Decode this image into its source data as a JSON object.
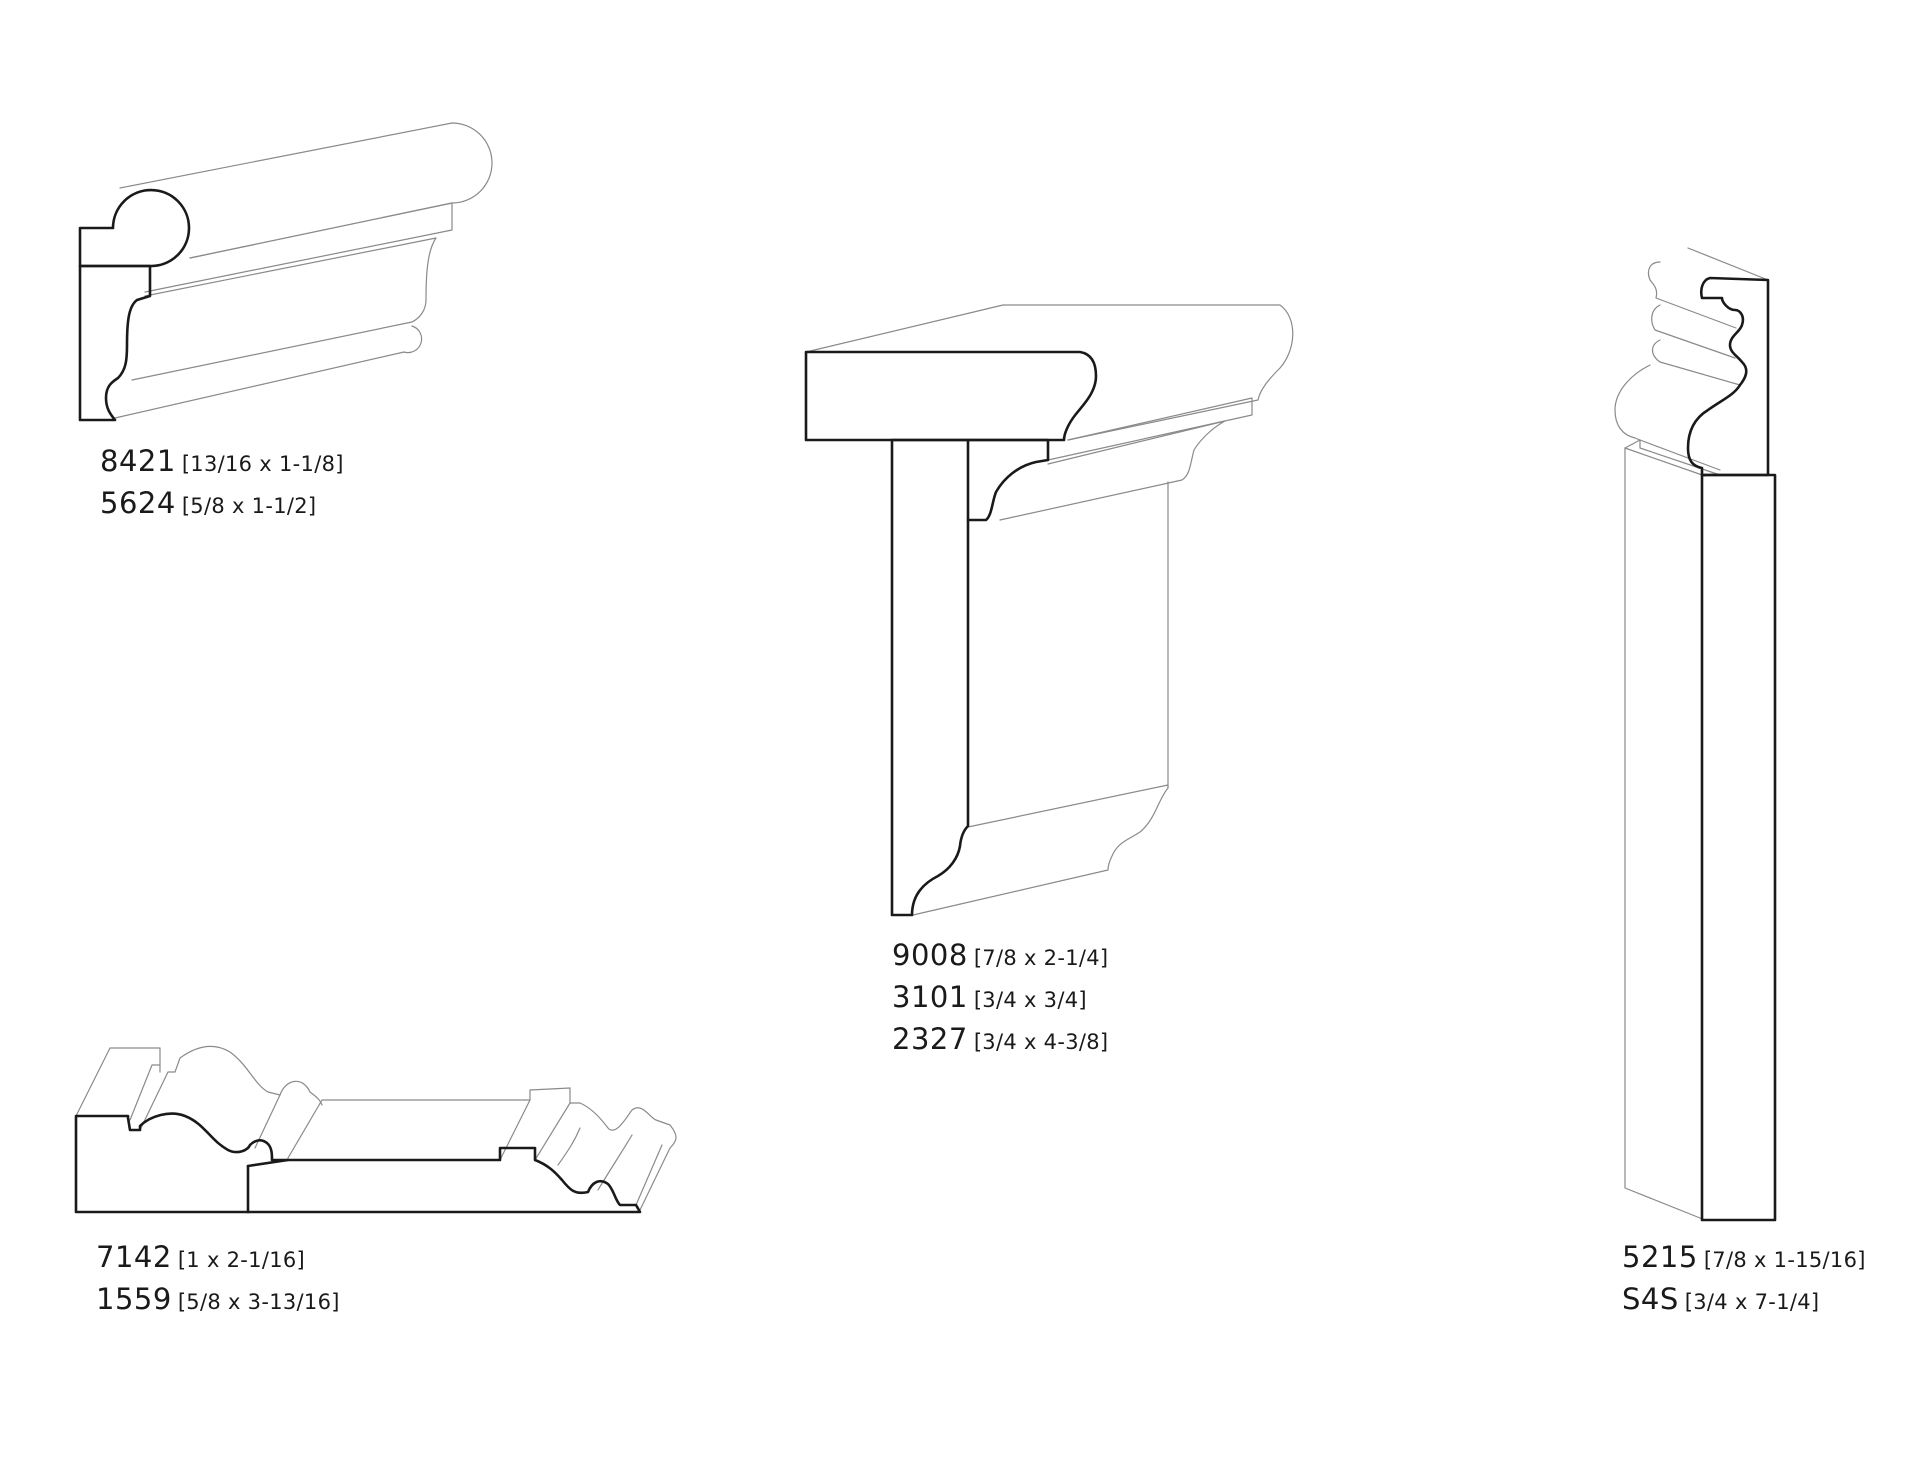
{
  "profiles": [
    {
      "key": "group1",
      "labels": [
        {
          "code": "8421",
          "dims": "[13/16 x 1-1/8]"
        },
        {
          "code": "5624",
          "dims": "[5/8 x 1-1/2]"
        }
      ]
    },
    {
      "key": "group2",
      "labels": [
        {
          "code": "9008",
          "dims": "[7/8 x 2-1/4]"
        },
        {
          "code": "3101",
          "dims": "[3/4 x 3/4]"
        },
        {
          "code": "2327",
          "dims": "[3/4 x 4-3/8]"
        }
      ]
    },
    {
      "key": "group3",
      "labels": [
        {
          "code": "7142",
          "dims": "[1 x 2-1/16]"
        },
        {
          "code": "1559",
          "dims": "[5/8 x 3-13/16]"
        }
      ]
    },
    {
      "key": "group4",
      "labels": [
        {
          "code": "5215",
          "dims": "[7/8 x 1-15/16]"
        },
        {
          "code": "S4S",
          "dims": "[3/4 x 7-1/4]"
        }
      ]
    }
  ]
}
